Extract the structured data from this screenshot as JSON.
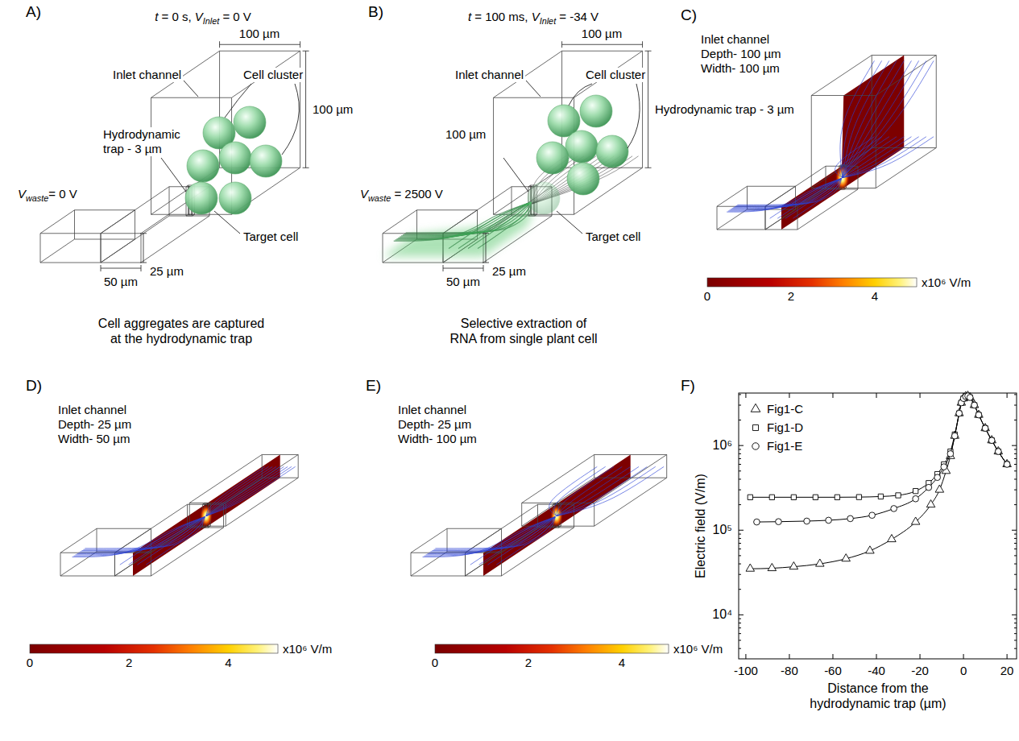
{
  "diagram": {
    "labels": [
      "A)",
      "t = 0 s, VInlet = 0 V",
      "100 µm",
      "Inlet channel",
      "Cell cluster",
      "100 µm",
      "Hydrodynamic trap - 3 µm",
      "Vwaste= 0 V",
      "Target cell",
      "25 µm",
      "50 µm",
      "Cell aggregates are captured at the hydrodynamic trap",
      "B)",
      "t = 100 ms, VInlet = -34 V",
      "100 µm",
      "Inlet channel",
      "Cell cluster",
      "Hydrodynamic trap - 3 µm",
      "100 µm",
      "Vwaste = 2500 V",
      "Target cell",
      "25 µm",
      "50 µm",
      "Selective extraction of RNA from single plant cell",
      "C)",
      "Inlet channel",
      "Depth- 100 µm",
      "Width- 100 µm",
      "0",
      "2",
      "4",
      "x10⁶ V/m",
      "D)",
      "Inlet channel",
      "Depth- 25 µm",
      "Width- 50 µm",
      "0",
      "2",
      "4",
      "x10⁶ V/m",
      "E)",
      "Inlet channel",
      "Depth- 25 µm",
      "Width- 100 µm",
      "0",
      "2",
      "4",
      "x10⁶ V/m",
      "F)",
      "Electric field (V/m)",
      "10⁶",
      "10⁵",
      "10⁴",
      "-100",
      "-80",
      "-60",
      "-40",
      "-20",
      "0",
      "20",
      "Distance from the hydrodynamic trap (µm)"
    ],
    "legend": [
      {
        "text": "Fig1-C"
      },
      {
        "text": "Fig1-D"
      },
      {
        "text": "Fig1-E"
      }
    ]
  }
}
